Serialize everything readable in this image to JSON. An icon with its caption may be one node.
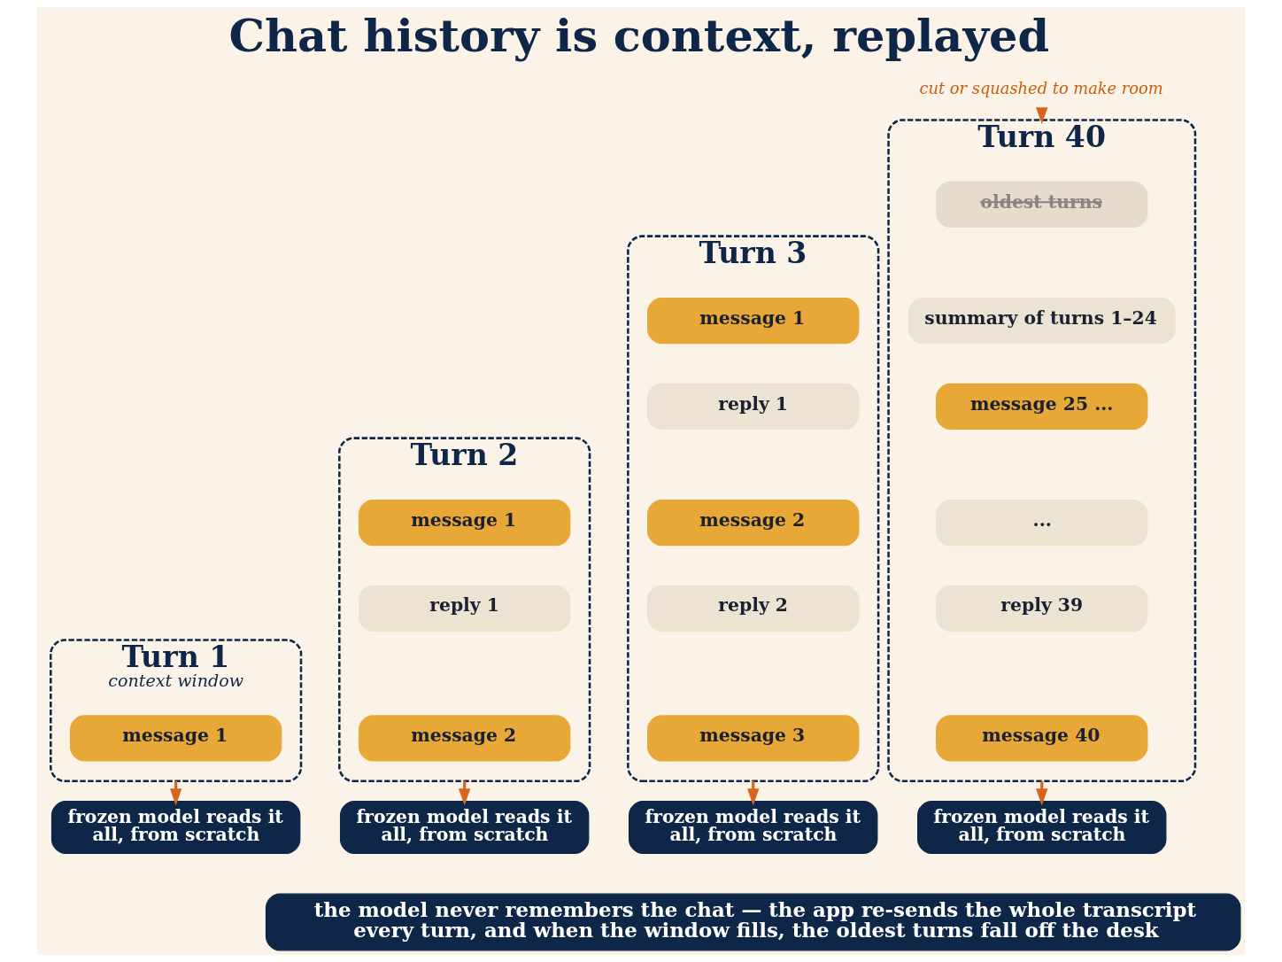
{
  "diagram": {
    "title": "Chat history is context, replayed",
    "nodes": [
      {
        "text": [
          "Turn 1",
          "context window"
        ]
      },
      {
        "text": [
          "message 1"
        ],
        "in": 0
      },
      {
        "text": [
          "Turn 2"
        ]
      },
      {
        "text": [
          "message 1"
        ],
        "in": 2
      },
      {
        "text": [
          "reply 1"
        ],
        "in": 2
      },
      {
        "text": [
          "message 2"
        ],
        "in": 2
      },
      {
        "text": [
          "Turn 3"
        ]
      },
      {
        "text": [
          "message 1"
        ],
        "in": 6
      },
      {
        "text": [
          "reply 1"
        ],
        "in": 6
      },
      {
        "text": [
          "message 2"
        ],
        "in": 6
      },
      {
        "text": [
          "reply 2"
        ],
        "in": 6
      },
      {
        "text": [
          "message 3"
        ],
        "in": 6
      },
      {
        "text": [
          "Turn 40"
        ]
      },
      {
        "text": [
          "oldest turns"
        ],
        "in": 12
      },
      {
        "text": [
          "summary of turns 1–24"
        ],
        "in": 12
      },
      {
        "text": [
          "message 25 ..."
        ],
        "in": 12
      },
      {
        "text": [
          "..."
        ],
        "in": 12
      },
      {
        "text": [
          "reply 39"
        ],
        "in": 12
      },
      {
        "text": [
          "message 40"
        ],
        "in": 12
      },
      {
        "text": [
          "frozen model reads it all, from scratch"
        ]
      },
      {
        "text": [
          "frozen model reads it all, from scratch"
        ]
      },
      {
        "text": [
          "frozen model reads it all, from scratch"
        ]
      },
      {
        "text": [
          "frozen model reads it all, from scratch"
        ]
      },
      {
        "text": [
          "the model never remembers the chat — the app re-sends the whole transcript every turn, and when the window fills, the oldest turns fall off the desk"
        ]
      },
      {
        "text": [
          "cut or squashed to make room"
        ]
      }
    ],
    "edges": [
      {
        "from": 24,
        "to": 12,
        "arrow": "to"
      },
      {
        "from": 0,
        "to": 19,
        "arrow": "to"
      },
      {
        "from": 2,
        "to": 20,
        "arrow": "to"
      },
      {
        "from": 6,
        "to": 21,
        "arrow": "to"
      },
      {
        "from": 12,
        "to": 22,
        "arrow": "to"
      }
    ]
  }
}
